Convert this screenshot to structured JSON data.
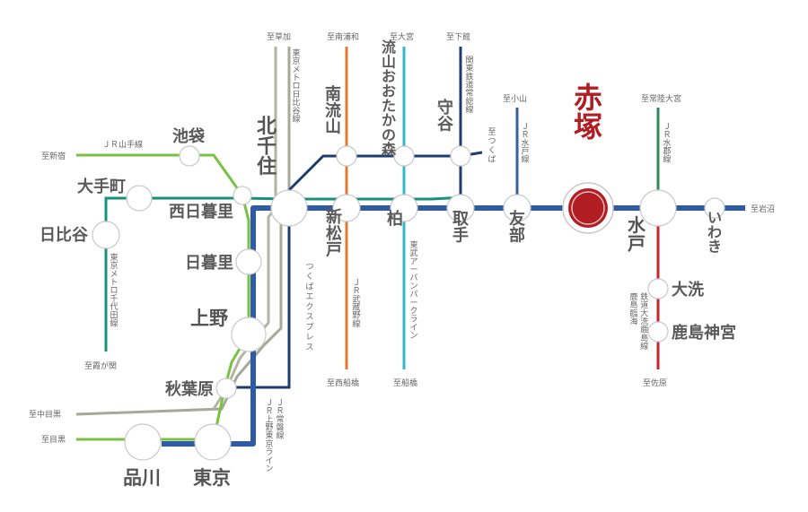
{
  "colors": {
    "joban": "#2f5aa6",
    "yamanote": "#7ac143",
    "tx": "#b3b3a4",
    "chiyoda": "#1a8f7a",
    "hibiya": "#a8a898",
    "musashino": "#e07a35",
    "urban_park": "#35b8cc",
    "kanto": "#1f3c72",
    "mito": "#3a5f9e",
    "suigun": "#2e8b57",
    "oarai_kashima": "#c8242c",
    "akatsuka": "#b01e23"
  },
  "stations": {
    "akatsuka": "赤塚",
    "kitasenju": "北千住",
    "ikebukuro": "池袋",
    "otemachi": "大手町",
    "hibiya": "日比谷",
    "nishinippori": "西日暮里",
    "nippori": "日暮里",
    "ueno": "上野",
    "akihabara": "秋葉原",
    "shinagawa": "品川",
    "tokyo": "東京",
    "minaminagareyama": "南流山",
    "shinmatsudo": "新松戸",
    "nagareyama_otakanomori": "流山おおたかの森",
    "kashiwa": "柏",
    "moriya": "守谷",
    "toride": "取手",
    "tomobe": "友部",
    "mito": "水戸",
    "iwaki": "いわき",
    "oarai": "大洗",
    "kashimajingu": "鹿島神宮"
  },
  "directions": {
    "soka": "至草加",
    "minamiurawa": "至南浦和",
    "omiya": "至大宮",
    "shimodate": "至下館",
    "oyama": "至小山",
    "hitachiomiya": "至常陸大宮",
    "iwanuma": "至岩沼",
    "shinjuku": "至新宿",
    "kasumigaseki": "至霞が関",
    "nakameguro": "至中目黒",
    "meguro": "至目黒",
    "nishifunabashi": "至西船橋",
    "funabashi": "至船橋",
    "tsukuba": "至つくば",
    "sawara": "至佐原"
  },
  "lines": {
    "yamanote": "ＪＲ山手線",
    "hibiya": "東京メトロ日比谷線",
    "chiyoda": "東京メトロ千代田線",
    "tx": "つくばエクスプレス",
    "musashino": "ＪＲ武蔵野線",
    "urban_park": "東武アーバンパークライン",
    "kanto": "関東鉄道常総線",
    "mito": "ＪＲ水戸線",
    "suigun": "ＪＲ水郡線",
    "oarai_kashima": "鹿島臨海鉄道大洗鹿島線",
    "joban": "ＪＲ常磐線",
    "ueno_tokyo": "ＪＲ上野東京ライン"
  }
}
